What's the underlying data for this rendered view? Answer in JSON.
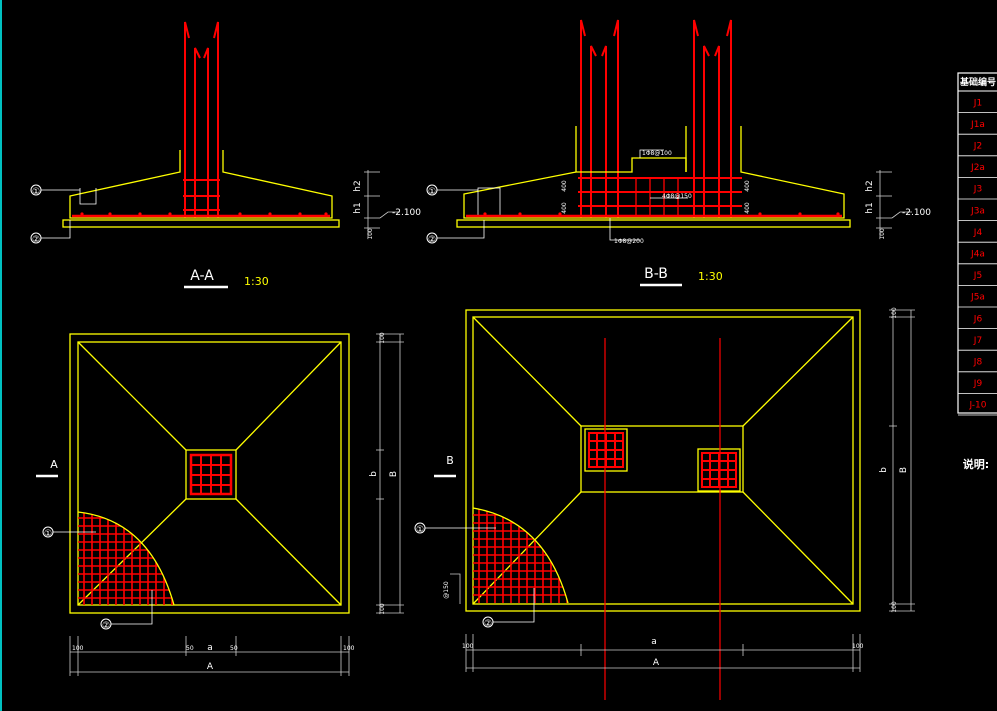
{
  "drawing": {
    "section_a": {
      "title": "A-A",
      "scale": "1:30"
    },
    "section_b": {
      "title": "B-B",
      "scale": "1:30"
    },
    "plan_a_label": "A",
    "plan_b_label": "B",
    "markers": {
      "one": "①",
      "two": "②"
    },
    "elevation": "-2.100",
    "dims": {
      "h1": "h1",
      "h2": "h2",
      "d100": "100",
      "d50": "50",
      "d400": "400",
      "a": "a",
      "A": "A",
      "b": "b",
      "B": "B",
      "d150": "@150"
    },
    "rebar_notes": {
      "top": "1Φ8@100",
      "mid": "4Φ8@150",
      "bottom": "1Φ8@200"
    }
  },
  "table": {
    "header": "基础编号",
    "rows": [
      "J1",
      "J1a",
      "J2",
      "J2a",
      "J3",
      "J3a",
      "J4",
      "J4a",
      "J5",
      "J5a",
      "J6",
      "J7",
      "J8",
      "J9",
      "J-10"
    ]
  },
  "notes_label": "说明:",
  "colors": {
    "background": "#000000",
    "outline": "#ffff00",
    "rebar": "#ff0000",
    "text": "#ffffff",
    "dim": "#cccccc",
    "accent": "#00ffff"
  }
}
